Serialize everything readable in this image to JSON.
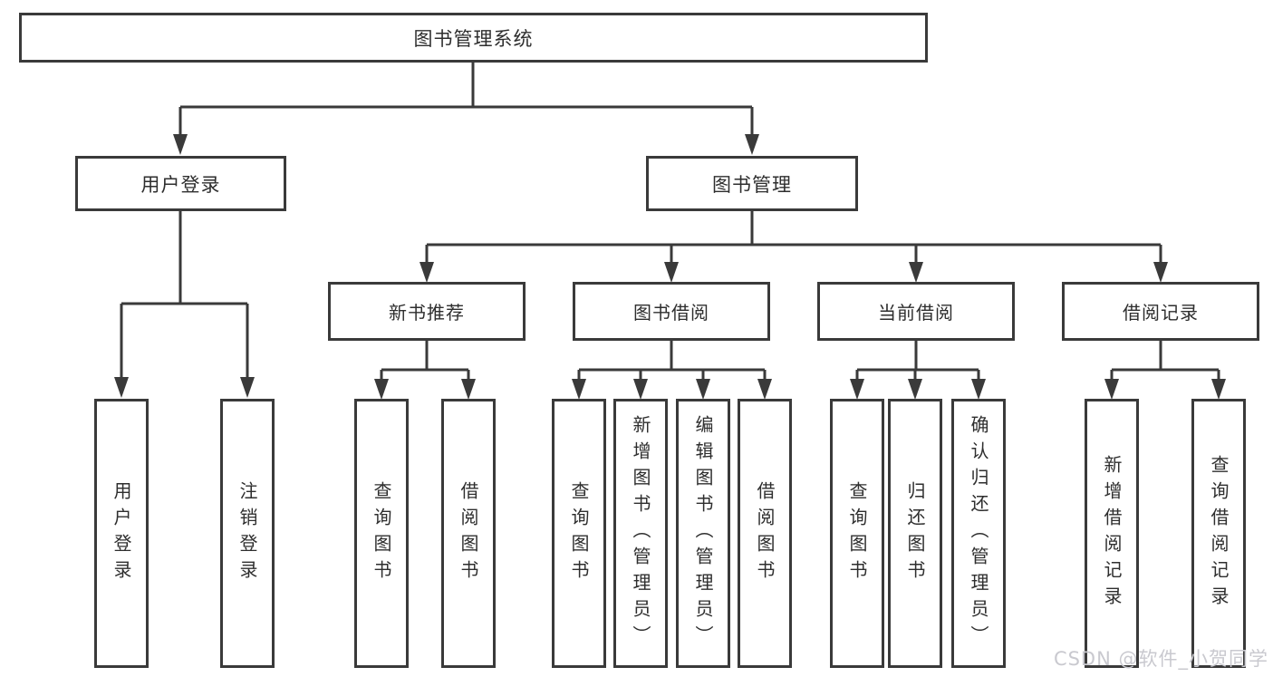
{
  "diagram": {
    "root": {
      "label": "图书管理系统"
    },
    "level2": [
      {
        "id": "user-login",
        "label": "用户登录"
      },
      {
        "id": "book-management",
        "label": "图书管理"
      }
    ],
    "level3": [
      {
        "id": "new-book-recommend",
        "label": "新书推荐",
        "parent": "图书管理"
      },
      {
        "id": "book-borrow",
        "label": "图书借阅",
        "parent": "图书管理"
      },
      {
        "id": "current-borrow",
        "label": "当前借阅",
        "parent": "图书管理"
      },
      {
        "id": "borrow-records",
        "label": "借阅记录",
        "parent": "图书管理"
      }
    ],
    "leaves": [
      {
        "label": "用户登录",
        "parent": "用户登录"
      },
      {
        "label": "注销登录",
        "parent": "用户登录"
      },
      {
        "label": "查询图书",
        "parent": "新书推荐"
      },
      {
        "label": "借阅图书",
        "parent": "新书推荐"
      },
      {
        "label": "查询图书",
        "parent": "图书借阅"
      },
      {
        "label": "新增图书（管理员）",
        "parent": "图书借阅"
      },
      {
        "label": "编辑图书（管理员）",
        "parent": "图书借阅"
      },
      {
        "label": "借阅图书",
        "parent": "图书借阅"
      },
      {
        "label": "查询图书",
        "parent": "当前借阅"
      },
      {
        "label": "归还图书",
        "parent": "当前借阅"
      },
      {
        "label": "确认归还（管理员）",
        "parent": "当前借阅"
      },
      {
        "label": "新增借阅记录",
        "parent": "借阅记录"
      },
      {
        "label": "查询借阅记录",
        "parent": "借阅记录"
      }
    ],
    "watermark": "CSDN @软件_小贺同学",
    "colors": {
      "line": "#3a3a3a",
      "box_border": "#3a3a3a",
      "text": "#2e2e2e",
      "watermark": "#c9c9cf",
      "background": "#ffffff"
    }
  }
}
